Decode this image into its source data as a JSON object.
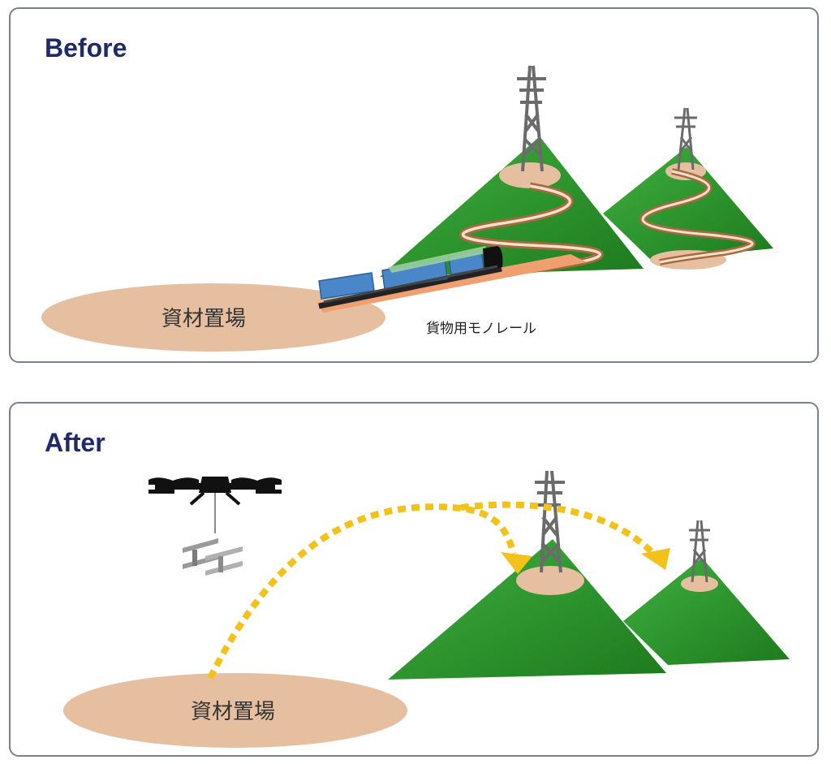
{
  "before": {
    "title": "Before",
    "storage_label": "資材置場",
    "monorail_label": "貨物用モノレール"
  },
  "after": {
    "title": "After",
    "storage_label": "資材置場"
  },
  "colors": {
    "title": "#1f2a6b",
    "mountain_green": "#2e9a2e",
    "mountain_dark": "#1d7a1d",
    "ground": "#e6bfa0",
    "arrow": "#f2c21a",
    "train_blue": "#4a87c9",
    "tower": "#6b6b6b",
    "frame": "#7a7f8a"
  },
  "icons": [
    "transmission-tower-icon",
    "drone-icon",
    "steel-beam-icon",
    "monorail-train-icon"
  ]
}
